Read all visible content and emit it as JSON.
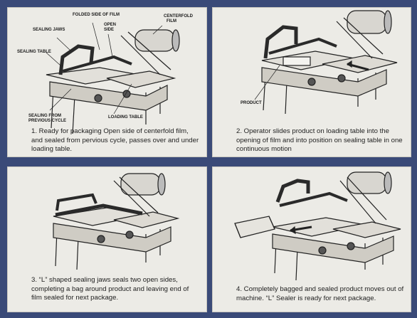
{
  "panels": [
    {
      "caption": "1.  Ready for packaging Open side of centerfold film, and sealed from pervious cycle, passes over and under loading table.",
      "callouts": {
        "folded_side": "FOLDED SIDE OF FILM",
        "centerfold_1": "CENTERFOLD",
        "centerfold_2": "FILM",
        "sealing_jaws": "SEALING JAWS",
        "open_side_1": "OPEN",
        "open_side_2": "SIDE",
        "sealing_table": "SEALING TABLE",
        "sealing_prev_1": "SEALING FROM",
        "sealing_prev_2": "PREVIOUS CYCLE",
        "loading_table": "LOADING TABLE"
      }
    },
    {
      "caption": "2.  Operator slides product on loading table into the opening of film and into position on sealing table in one continuous motion",
      "callouts": {
        "product": "PRODUCT"
      }
    },
    {
      "caption": "3.  “L” shaped sealing jaws seals two open sides, completing a bag around product and leaving end of film sealed for next package."
    },
    {
      "caption": "4.  Completely bagged and sealed product moves out of machine. “L” Sealer is ready for next package."
    }
  ]
}
